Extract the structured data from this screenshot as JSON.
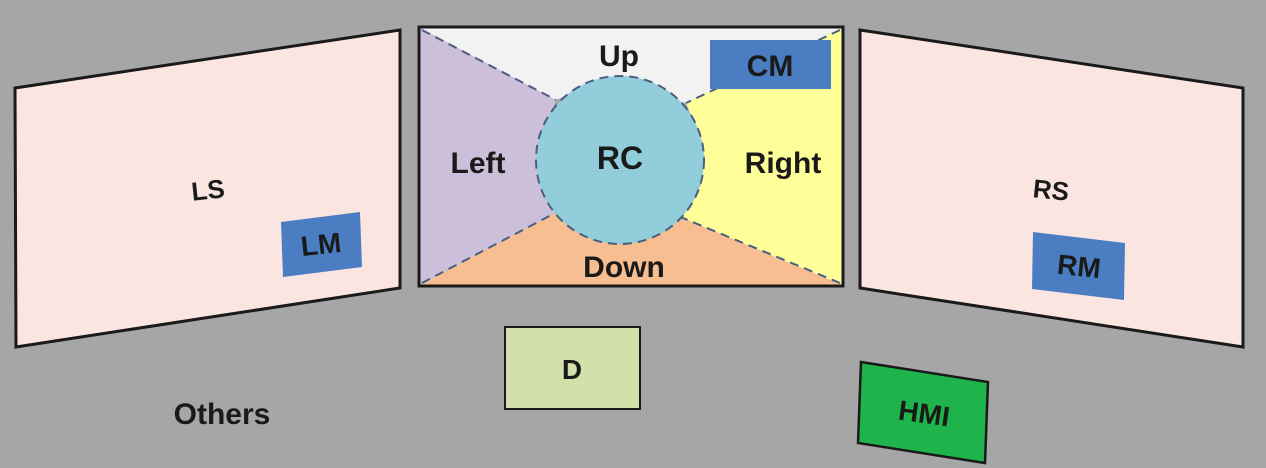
{
  "labels": {
    "ls": "LS",
    "lm": "LM",
    "up": "Up",
    "cm": "CM",
    "left": "Left",
    "rc": "RC",
    "right": "Right",
    "down": "Down",
    "rs": "RS",
    "rm": "RM",
    "d": "D",
    "hmi": "HMI",
    "others": "Others"
  },
  "colors": {
    "background": "#a6a6a6",
    "side_screen": "#fbe5e1",
    "up_region": "#f2f2f2",
    "left_region": "#ccbfda",
    "right_region": "#ffff99",
    "down_region": "#f6be91",
    "center_circle": "#92cddc",
    "mirror_box": "#4a7dc1",
    "d_box": "#d3e0ab",
    "hmi_box": "#1fb34b",
    "outline": "#1a1a1a",
    "dashed": "#4a5f80"
  }
}
